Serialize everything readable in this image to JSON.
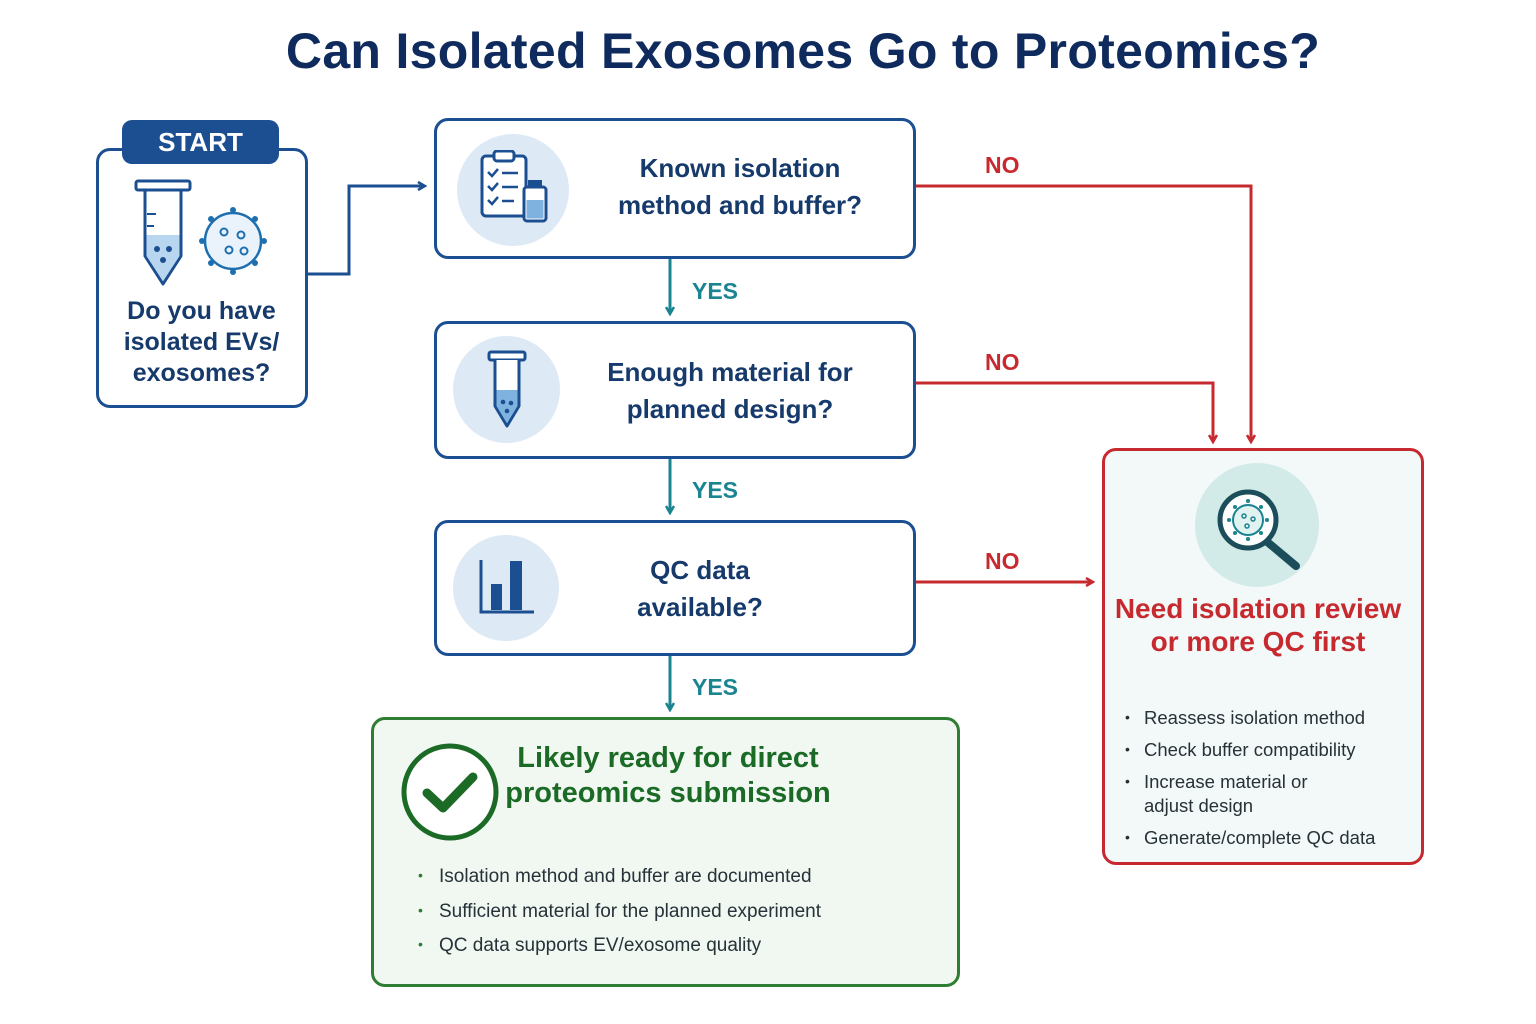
{
  "title": "Can Isolated Exosomes Go to Proteomics?",
  "start": {
    "tab_label": "START",
    "question": "Do you have isolated EVs/ exosomes?"
  },
  "decisions": [
    {
      "question": "Known isolation method and buffer?",
      "yes_label": "YES",
      "no_label": "NO",
      "icon": "clipboard-checklist-icon"
    },
    {
      "question": "Enough material for planned design?",
      "yes_label": "YES",
      "no_label": "NO",
      "icon": "sample-tube-icon"
    },
    {
      "question": "QC data available?",
      "yes_label": "YES",
      "no_label": "NO",
      "icon": "bar-chart-icon"
    }
  ],
  "outcome_ready": {
    "title": "Likely ready for direct proteomics submission",
    "icon": "checkmark-circle-icon",
    "points": [
      "Isolation method and buffer are documented",
      "Sufficient material for the planned experiment",
      "QC data supports EV/exosome quality"
    ]
  },
  "outcome_review": {
    "title": "Need isolation review or more QC first",
    "icon": "magnifier-vesicle-icon",
    "points": [
      "Reassess isolation method",
      "Check buffer compatibility",
      "Increase material or adjust design",
      "Generate/complete QC data"
    ]
  },
  "colors": {
    "navy": "#1c4f91",
    "title": "#0f2a5c",
    "yes_teal": "#1a8590",
    "no_red": "#c62a2f",
    "ready_green": "#2e7d32",
    "icon_bg": "#dde9f5"
  }
}
